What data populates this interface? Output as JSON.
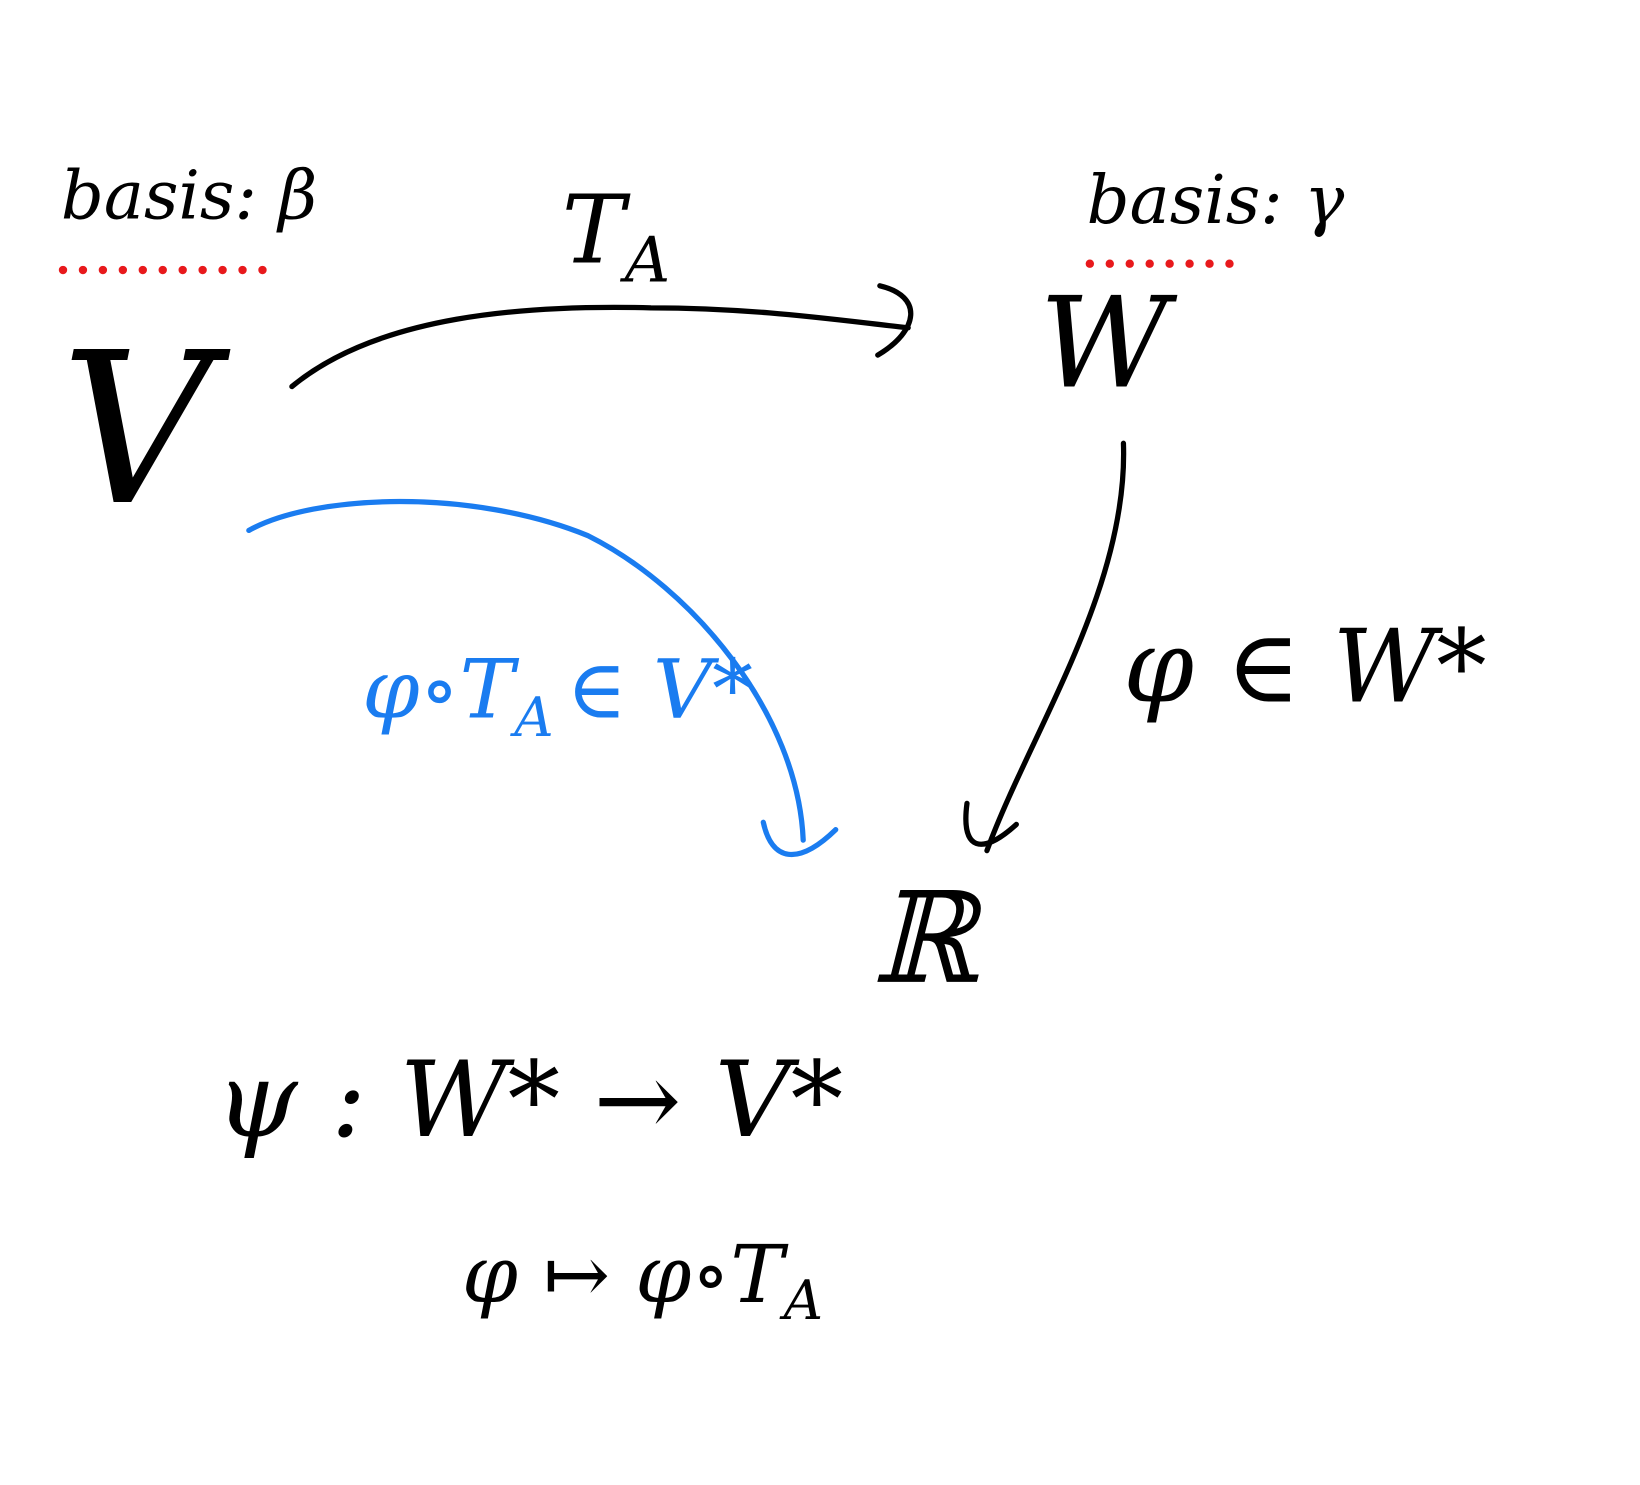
{
  "labels": {
    "basis_v": "basis: β",
    "basis_w": "basis: γ",
    "space_v": "V",
    "space_w": "W",
    "map_t": "T",
    "map_t_sub": "A",
    "composite": "φ∘T",
    "composite_sub": "A",
    "composite_member": "∈ V*",
    "phi_member": "φ ∈ W*",
    "reals": "ℝ",
    "psi_def": "ψ : W* → V*",
    "psi_rule": "φ ↦ φ∘T",
    "psi_rule_sub": "A"
  },
  "colors": {
    "ink": "#000000",
    "blue": "#1a7cf0",
    "dots": "#e8191c"
  }
}
